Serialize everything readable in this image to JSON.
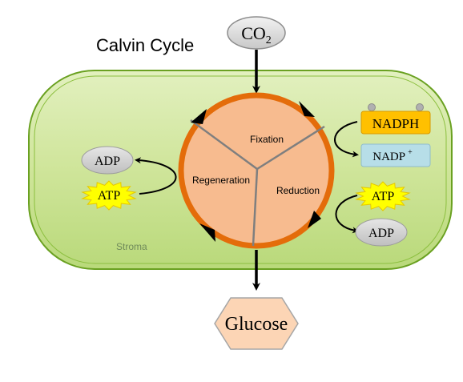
{
  "title": "Calvin Cycle",
  "co2": {
    "base": "CO",
    "sub": "2"
  },
  "stroma_label": "Stroma",
  "stages": {
    "fixation": "Fixation",
    "reduction": "Reduction",
    "regeneration": "Regeneration"
  },
  "molecules": {
    "nadph": "NADPH",
    "nadp": {
      "base": "NADP",
      "sup": "+"
    },
    "atp_right": "ATP",
    "adp_right": "ADP",
    "atp_left": "ATP",
    "adp_left": "ADP"
  },
  "glucose": "Glucose",
  "colors": {
    "chloroplast_fill": "#cfe59a",
    "chloroplast_stroke": "#6aa121",
    "cycle_fill": "#f7bb8f",
    "cycle_ring": "#e46c0a",
    "divider": "#7f7f7f",
    "nadph_fill": "#ffc000",
    "nadp_fill": "#b7dee8",
    "atp_fill": "#ffff00",
    "adp_fill": "#d9d9d9",
    "glucose_fill": "#fcd5b5",
    "arrow": "#000000"
  }
}
